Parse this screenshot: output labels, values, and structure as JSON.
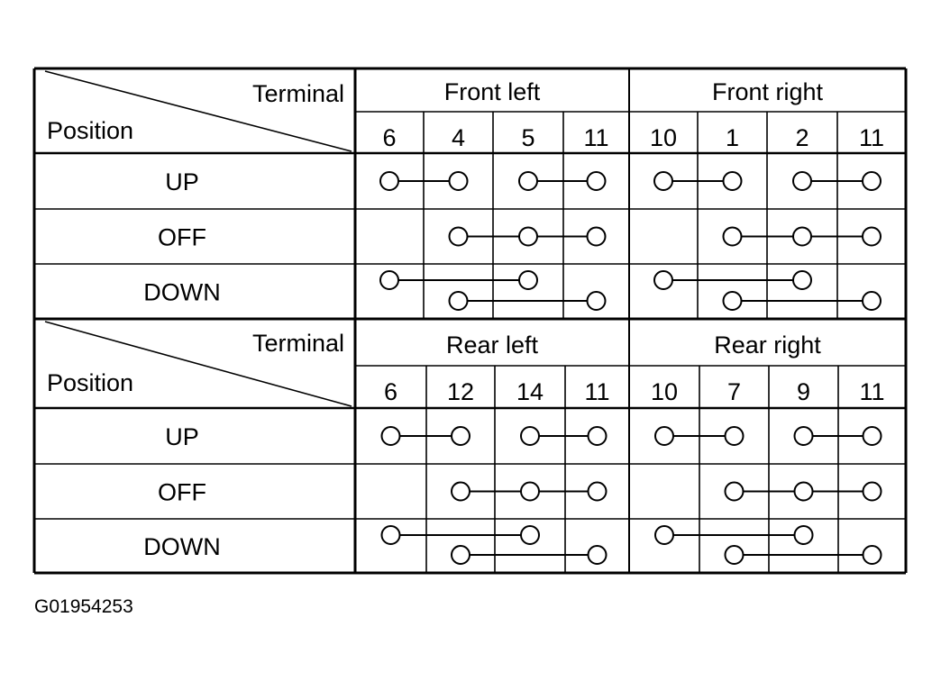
{
  "figure_id": "G01954253",
  "header_labels": {
    "terminal": "Terminal",
    "position": "Position"
  },
  "tables": [
    {
      "groups": [
        {
          "name": "Front left",
          "terminals": [
            "6",
            "4",
            "5",
            "11"
          ]
        },
        {
          "name": "Front right",
          "terminals": [
            "10",
            "1",
            "2",
            "11"
          ]
        }
      ],
      "rows": [
        {
          "position": "UP",
          "connections": [
            [
              [
                0,
                1
              ],
              [
                2,
                3
              ]
            ],
            [
              [
                0,
                1
              ],
              [
                2,
                3
              ]
            ]
          ]
        },
        {
          "position": "OFF",
          "connections": [
            [
              [
                1,
                2,
                3
              ]
            ],
            [
              [
                1,
                2,
                3
              ]
            ]
          ]
        },
        {
          "position": "DOWN",
          "connections": [
            [
              [
                0,
                2
              ],
              [
                1,
                3
              ]
            ],
            [
              [
                0,
                2
              ],
              [
                1,
                3
              ]
            ]
          ]
        }
      ]
    },
    {
      "groups": [
        {
          "name": "Rear left",
          "terminals": [
            "6",
            "12",
            "14",
            "11"
          ]
        },
        {
          "name": "Rear right",
          "terminals": [
            "10",
            "7",
            "9",
            "11"
          ]
        }
      ],
      "rows": [
        {
          "position": "UP",
          "connections": [
            [
              [
                0,
                1
              ],
              [
                2,
                3
              ]
            ],
            [
              [
                0,
                1
              ],
              [
                2,
                3
              ]
            ]
          ]
        },
        {
          "position": "OFF",
          "connections": [
            [
              [
                1,
                2,
                3
              ]
            ],
            [
              [
                1,
                2,
                3
              ]
            ]
          ]
        },
        {
          "position": "DOWN",
          "connections": [
            [
              [
                0,
                2
              ],
              [
                1,
                3
              ]
            ],
            [
              [
                0,
                2
              ],
              [
                1,
                3
              ]
            ]
          ]
        }
      ]
    }
  ]
}
